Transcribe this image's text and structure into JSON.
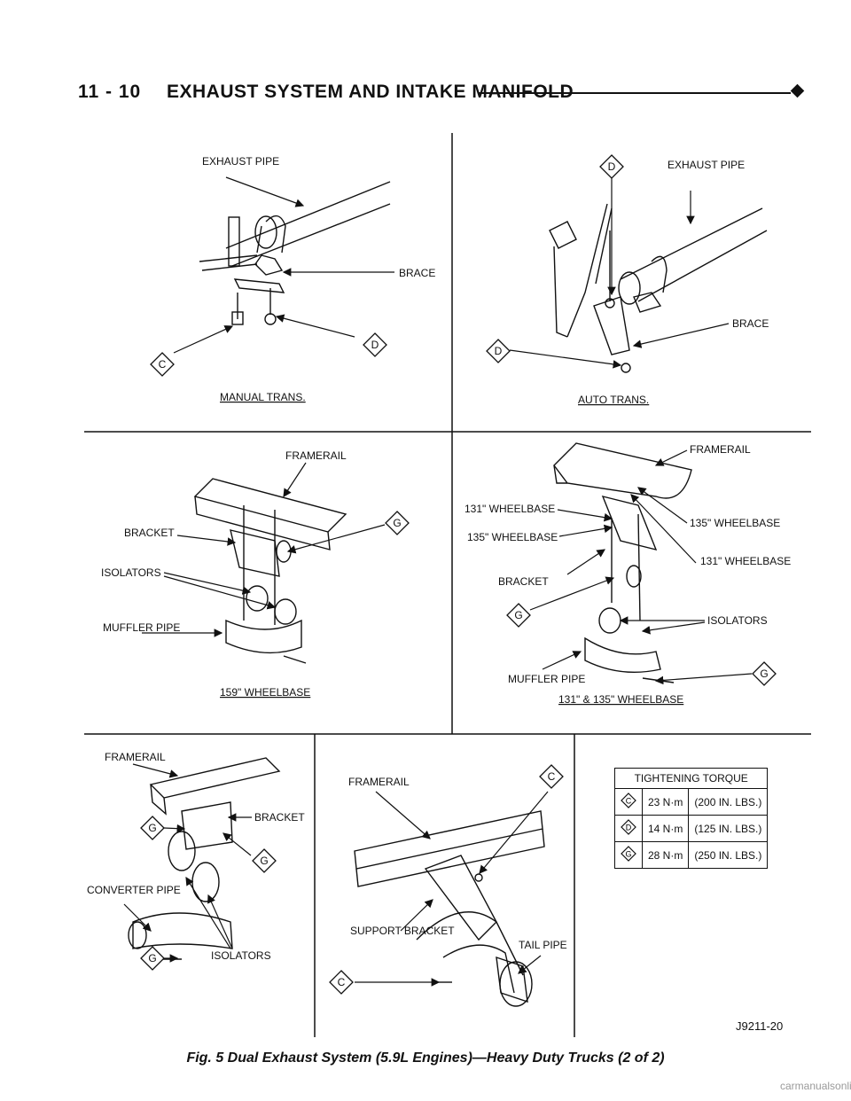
{
  "header": {
    "page_number": "11 - 10",
    "section_title": "EXHAUST SYSTEM AND INTAKE MANIFOLD"
  },
  "panels": {
    "manual": {
      "exhaust_pipe": "EXHAUST PIPE",
      "brace": "BRACE",
      "callout_c": "C",
      "callout_d": "D",
      "title": "MANUAL TRANS."
    },
    "auto": {
      "exhaust_pipe": "EXHAUST PIPE",
      "brace": "BRACE",
      "callout_d_top": "D",
      "callout_d_bottom": "D",
      "title": "AUTO TRANS."
    },
    "wb159": {
      "framerail": "FRAMERAIL",
      "bracket": "BRACKET",
      "isolators": "ISOLATORS",
      "muffler_pipe": "MUFFLER PIPE",
      "callout_g": "G",
      "title": "159\" WHEELBASE"
    },
    "wb131": {
      "framerail": "FRAMERAIL",
      "wb131_left": "131\" WHEELBASE",
      "wb135_left": "135\" WHEELBASE",
      "wb135_right": "135\" WHEELBASE",
      "wb131_right": "131\" WHEELBASE",
      "bracket": "BRACKET",
      "isolators": "ISOLATORS",
      "muffler_pipe": "MUFFLER PIPE",
      "callout_g_left": "G",
      "callout_g_right": "G",
      "title": "131\" & 135\" WHEELBASE"
    },
    "converter": {
      "framerail": "FRAMERAIL",
      "bracket": "BRACKET",
      "converter_pipe": "CONVERTER PIPE",
      "isolators": "ISOLATORS",
      "callout_g_1": "G",
      "callout_g_2": "G",
      "callout_g_3": "G"
    },
    "tailpipe": {
      "framerail": "FRAMERAIL",
      "support_bracket": "SUPPORT BRACKET",
      "tail_pipe": "TAIL PIPE",
      "callout_c_top": "C",
      "callout_c_bottom": "C"
    }
  },
  "torque_table": {
    "title": "TIGHTENING TORQUE",
    "rows": [
      {
        "key": "C",
        "nm": "23 N·m",
        "inlbs": "(200 IN. LBS.)"
      },
      {
        "key": "D",
        "nm": "14 N·m",
        "inlbs": "(125 IN. LBS.)"
      },
      {
        "key": "G",
        "nm": "28 N·m",
        "inlbs": "(250 IN. LBS.)"
      }
    ]
  },
  "figure_code": "J9211-20",
  "caption": "Fig. 5 Dual Exhaust System (5.9L Engines)—Heavy Duty Trucks (2 of 2)",
  "watermark": "carmanualsonline.info",
  "colors": {
    "ink": "#111111",
    "watermark": "#9a9a9a"
  }
}
